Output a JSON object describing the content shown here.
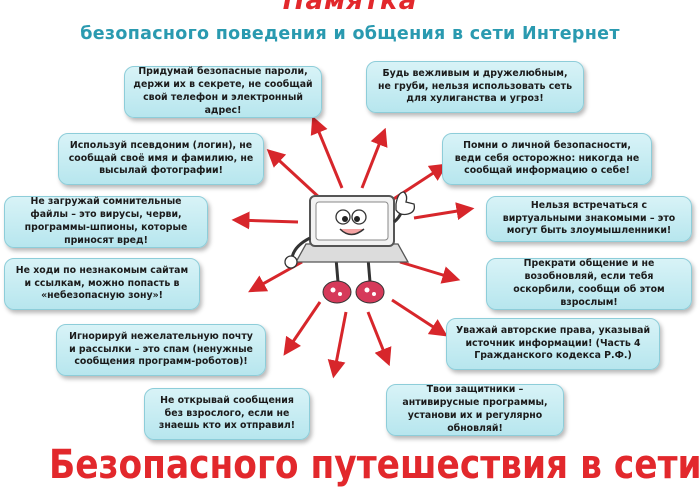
{
  "header": {
    "title": "Памятка",
    "subtitle": "безопасного поведения и общения в сети Интернет"
  },
  "tips": {
    "passwords": "Придумай безопасные пароли, держи их в секрете, не сообщай свой телефон и электронный адрес!",
    "politeness": "Будь вежливым и дружелюбным, не груби, нельзя использовать сеть для хулиганства и угроз!",
    "pseudonym": "Используй псевдоним (логин), не сообщай своё имя и фамилию, не высылай фотографии!",
    "personal_safety": "Помни о личной безопасности, веди себя осторожно: никогда не сообщай информацию о себе!",
    "suspicious_files": "Не загружай сомнительные файлы – это вирусы, черви, программы-шпионы, которые приносят вред!",
    "virtual_friends": "Нельзя встречаться с виртуальными знакомыми – это могут быть злоумышленники!",
    "unknown_sites": "Не ходи по незнакомым сайтам и ссылкам, можно попасть в «небезопасную зону»!",
    "stop_communication": "Прекрати общение и не возобновляй, если тебя оскорбили, сообщи об этом взрослым!",
    "spam": "Игнорируй нежелательную почту и рассылки – это спам (ненужные сообщения программ-роботов)!",
    "copyright": "Уважай авторские права, указывай источник информации! (Часть 4 Гражданского кодекса Р.Ф.)",
    "adult_supervision": "Не открывай сообщения без взрослого, если не знаешь кто их отправил!",
    "antivirus": "Твои защитники – антивирусные программы, установи их и регулярно обновляй!"
  },
  "footer": {
    "slogan": "Безопасного путешествия в сети!"
  },
  "colors": {
    "accent_red": "#e2282c",
    "subtitle_teal": "#2a9ab0",
    "card_fill": "#c9edf3",
    "arrow": "#d7262b"
  }
}
